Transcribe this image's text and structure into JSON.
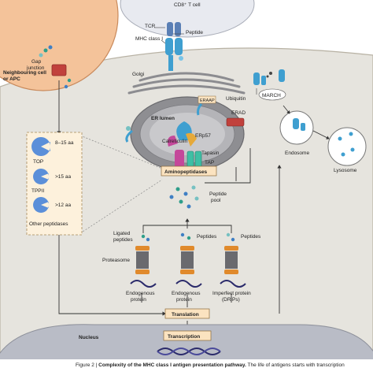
{
  "labels": {
    "neighbouring_cell": "Neighbouring cell",
    "or_apc": "or APC",
    "cd8_t_cell": "CD8⁺ T cell",
    "tcr": "TCR",
    "peptide_top": "Peptide",
    "mhc_class_i": "MHC class I",
    "gap_junction_1": "Gap",
    "gap_junction_2": "junction",
    "golgi": "Golgi",
    "eraap": "ERAAP",
    "ubiquitin": "Ubiquitin",
    "march": "MARCH",
    "er_lumen": "ER lumen",
    "erad": "ERAD",
    "calreticulin": "Calreticulin",
    "erp57": "ERp57",
    "tapasin": "Tapasin",
    "tap": "TAP",
    "endosome": "Endosome",
    "lysosome": "Lysosome",
    "top_range": "8–15 aa",
    "top": "TOP",
    "tppii_range": ">15 aa",
    "tppii": "TPPII",
    "other_range": ">12 aa",
    "other_peptidases": "Other peptidases",
    "aminopeptidases": "Aminopeptidases",
    "peptide_pool_1": "Peptide",
    "peptide_pool_2": "pool",
    "ligated_peptides_1": "Ligated",
    "ligated_peptides_2": "peptides",
    "peptides_mid": "Peptides",
    "peptides_right": "Peptides",
    "proteasome": "Proteasome",
    "endogenous_1_a": "Endogenous",
    "endogenous_1_b": "protein",
    "endogenous_2_a": "Endogenous",
    "endogenous_2_b": "protein",
    "imperfect_a": "Imperfect protein",
    "imperfect_b": "(DRiPs)",
    "translation": "Translation",
    "transcription": "Transcription",
    "nucleus": "Nucleus",
    "caption_prefix": "Figure 2 | ",
    "caption_bold": "Complexity of the MHC class I antigen presentation pathway.",
    "caption_rest": " The life of antigens starts with transcription"
  },
  "colors": {
    "cell_bg": "#e6e4de",
    "neighbour_cell": "#f4c39a",
    "t_cell": "#e8eaf0",
    "er": "#8e8e92",
    "nucleus": "#b9bcc6",
    "mhc_blue": "#3f9fd0",
    "proteasome_orange": "#e08a2c",
    "label_box": "#fbe3c0",
    "dashed_box": "#fdf1dc",
    "peptidase_blue": "#5b8fd9"
  }
}
